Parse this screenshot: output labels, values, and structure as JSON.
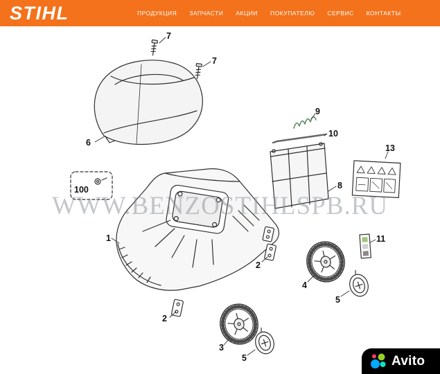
{
  "header": {
    "logo": "STIHL",
    "nav": [
      "ПРОДУКЦИЯ",
      "ЗАПЧАСТИ",
      "АКЦИИ",
      "ПОКУПАТЕЛЮ",
      "СЕРВИС",
      "КОНТАКТЫ"
    ]
  },
  "watermark": "WWW.BENZOSTIHLSPB.RU",
  "diagram": {
    "callouts": [
      "7",
      "7",
      "6",
      "9",
      "10",
      "8",
      "13",
      "100",
      "1",
      "2",
      "11",
      "4",
      "5",
      "2",
      "3",
      "5"
    ]
  },
  "footer": {
    "avito_label": "Avito"
  },
  "colors": {
    "stihl_orange": "#F3721B",
    "badge_bg": "#000000",
    "avito_red": "#FF4053",
    "avito_green": "#97CF26",
    "avito_blue": "#00AAFF",
    "avito_teal": "#0CE3C3"
  }
}
